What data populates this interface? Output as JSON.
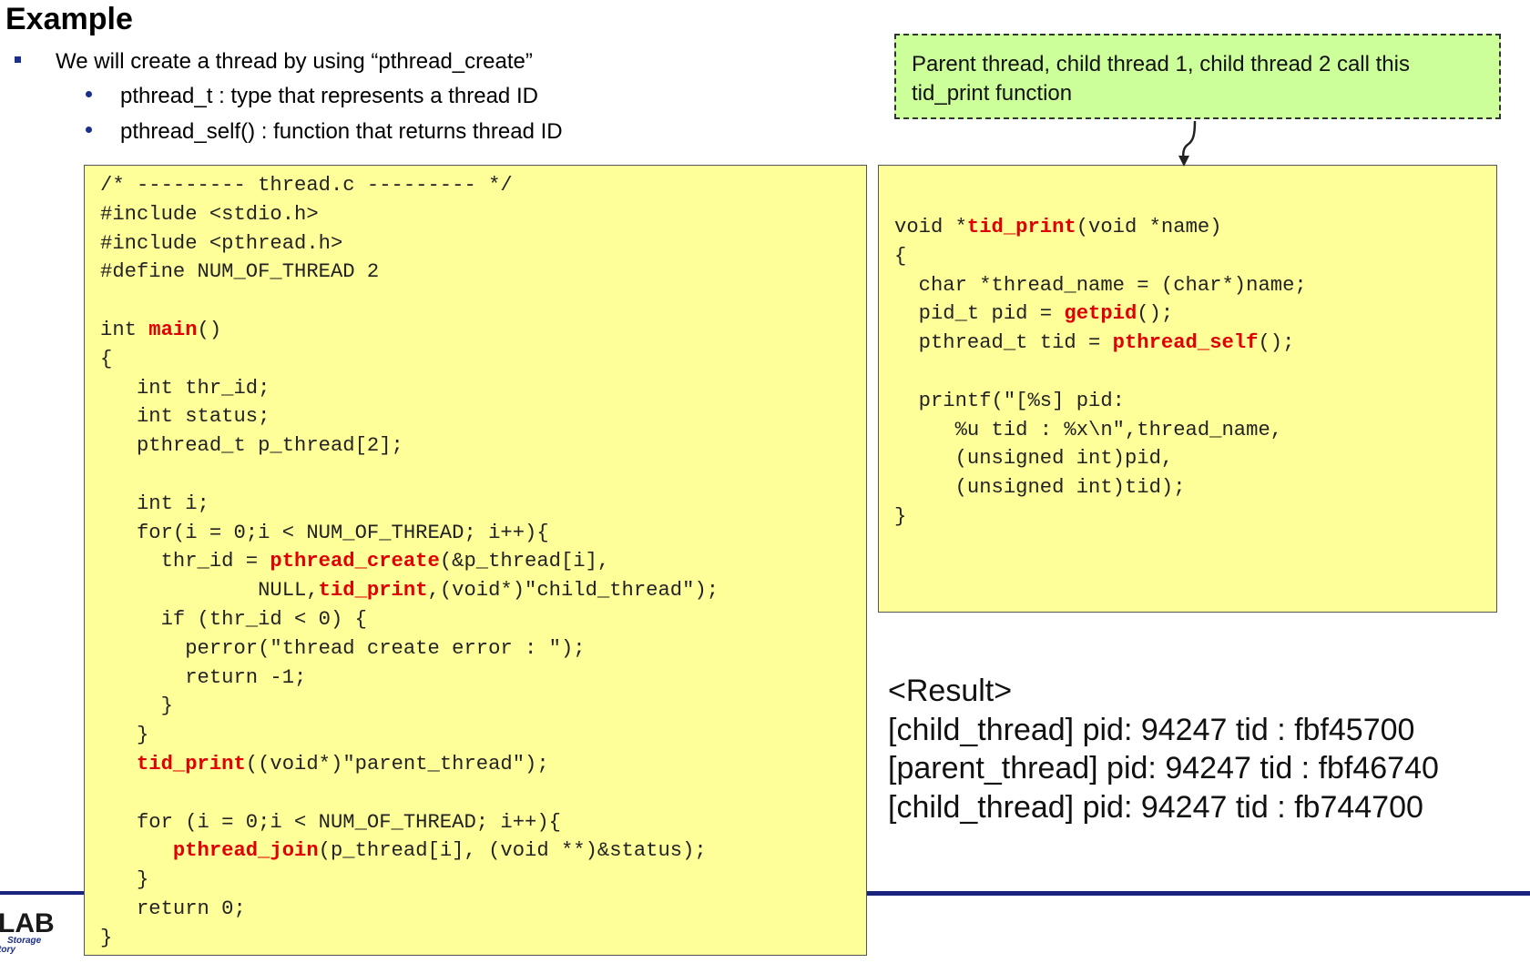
{
  "title": "Example",
  "bullets": {
    "main": "We will create a thread by using “pthread_create”",
    "sub": [
      "pthread_t : type that represents a thread ID",
      "pthread_self() : function that returns thread ID"
    ]
  },
  "callout": {
    "line1": "Parent thread, child thread 1, child thread 2 call this",
    "line2": "tid_print function"
  },
  "code_left": [
    [
      "/* --------- thread.c --------- */"
    ],
    [
      "#include <stdio.h>"
    ],
    [
      "#include <pthread.h>"
    ],
    [
      "#define NUM_OF_THREAD 2"
    ],
    [
      ""
    ],
    [
      "int ",
      {
        "k": "main"
      },
      "()"
    ],
    [
      "{"
    ],
    [
      "   int thr_id;"
    ],
    [
      "   int status;"
    ],
    [
      "   pthread_t p_thread[2];"
    ],
    [
      ""
    ],
    [
      "   int i;"
    ],
    [
      "   for(i = 0;i < NUM_OF_THREAD; i++){"
    ],
    [
      "     thr_id = ",
      {
        "k": "pthread_create"
      },
      "(&p_thread[i],"
    ],
    [
      "             NULL,",
      {
        "k": "tid_print"
      },
      ",(void*)\"child_thread\");"
    ],
    [
      "     if (thr_id < 0) {"
    ],
    [
      "       perror(\"thread create error : \");"
    ],
    [
      "       return -1;"
    ],
    [
      "     }"
    ],
    [
      "   }"
    ],
    [
      "   ",
      {
        "k": "tid_print"
      },
      "((void*)\"parent_thread\");"
    ],
    [
      ""
    ],
    [
      "   for (i = 0;i < NUM_OF_THREAD; i++){"
    ],
    [
      "      ",
      {
        "k": "pthread_join"
      },
      "(p_thread[i], (void **)&status);"
    ],
    [
      "   }"
    ],
    [
      "   return 0;"
    ],
    [
      "}"
    ]
  ],
  "code_right": [
    [
      "void *",
      {
        "k": "tid_print"
      },
      "(void *name)"
    ],
    [
      "{"
    ],
    [
      "  char *thread_name = (char*)name;"
    ],
    [
      "  pid_t pid = ",
      {
        "k": "getpid"
      },
      "();"
    ],
    [
      "  pthread_t tid = ",
      {
        "k": "pthread_self"
      },
      "();"
    ],
    [
      ""
    ],
    [
      "  printf(\"[%s] pid:"
    ],
    [
      "     %u tid : %x\\n\",thread_name,"
    ],
    [
      "     (unsigned int)pid,"
    ],
    [
      "     (unsigned int)tid);"
    ],
    [
      "}"
    ]
  ],
  "result": [
    "<Result>",
    "[child_thread] pid: 94247 tid : fbf45700",
    "[parent_thread] pid: 94247 tid : fbf46740",
    "[child_thread] pid: 94247 tid : fb744700"
  ],
  "colors": {
    "highlight": "#e00000",
    "code_bg": "#ffff99",
    "callout_bg": "#ccff99",
    "accent": "#1a237e"
  },
  "logo": {
    "text": "LAB",
    "sub1": "Storage",
    "sub2": "tory"
  }
}
